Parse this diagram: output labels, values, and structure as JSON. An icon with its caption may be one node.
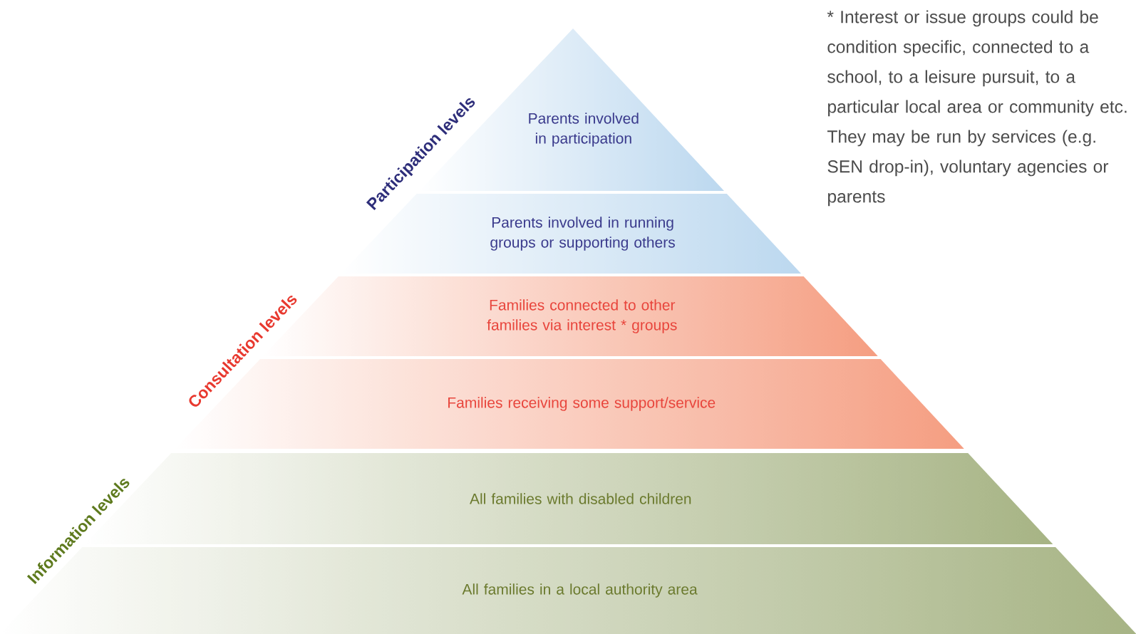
{
  "diagram": {
    "nodes": [
      {
        "text": [
          "Parents involved in participation"
        ]
      },
      {
        "text": [
          "Parents involved in running groups or supporting others"
        ]
      },
      {
        "text": [
          "Families connected to other families via interest * groups"
        ]
      },
      {
        "text": [
          "Families receiving some support/service"
        ]
      },
      {
        "text": [
          "All families with disabled children"
        ]
      },
      {
        "text": [
          "All families in a local authority area"
        ]
      }
    ],
    "labels": [
      "* Interest or issue groups could be condition specific, connected to a school, to a leisure pursuit, to a particular local area or community etc. They may be run by services (e.g. SEN drop-in), voluntary agencies or parents",
      "Participation levels",
      "Consultation levels",
      "Information levels"
    ]
  }
}
